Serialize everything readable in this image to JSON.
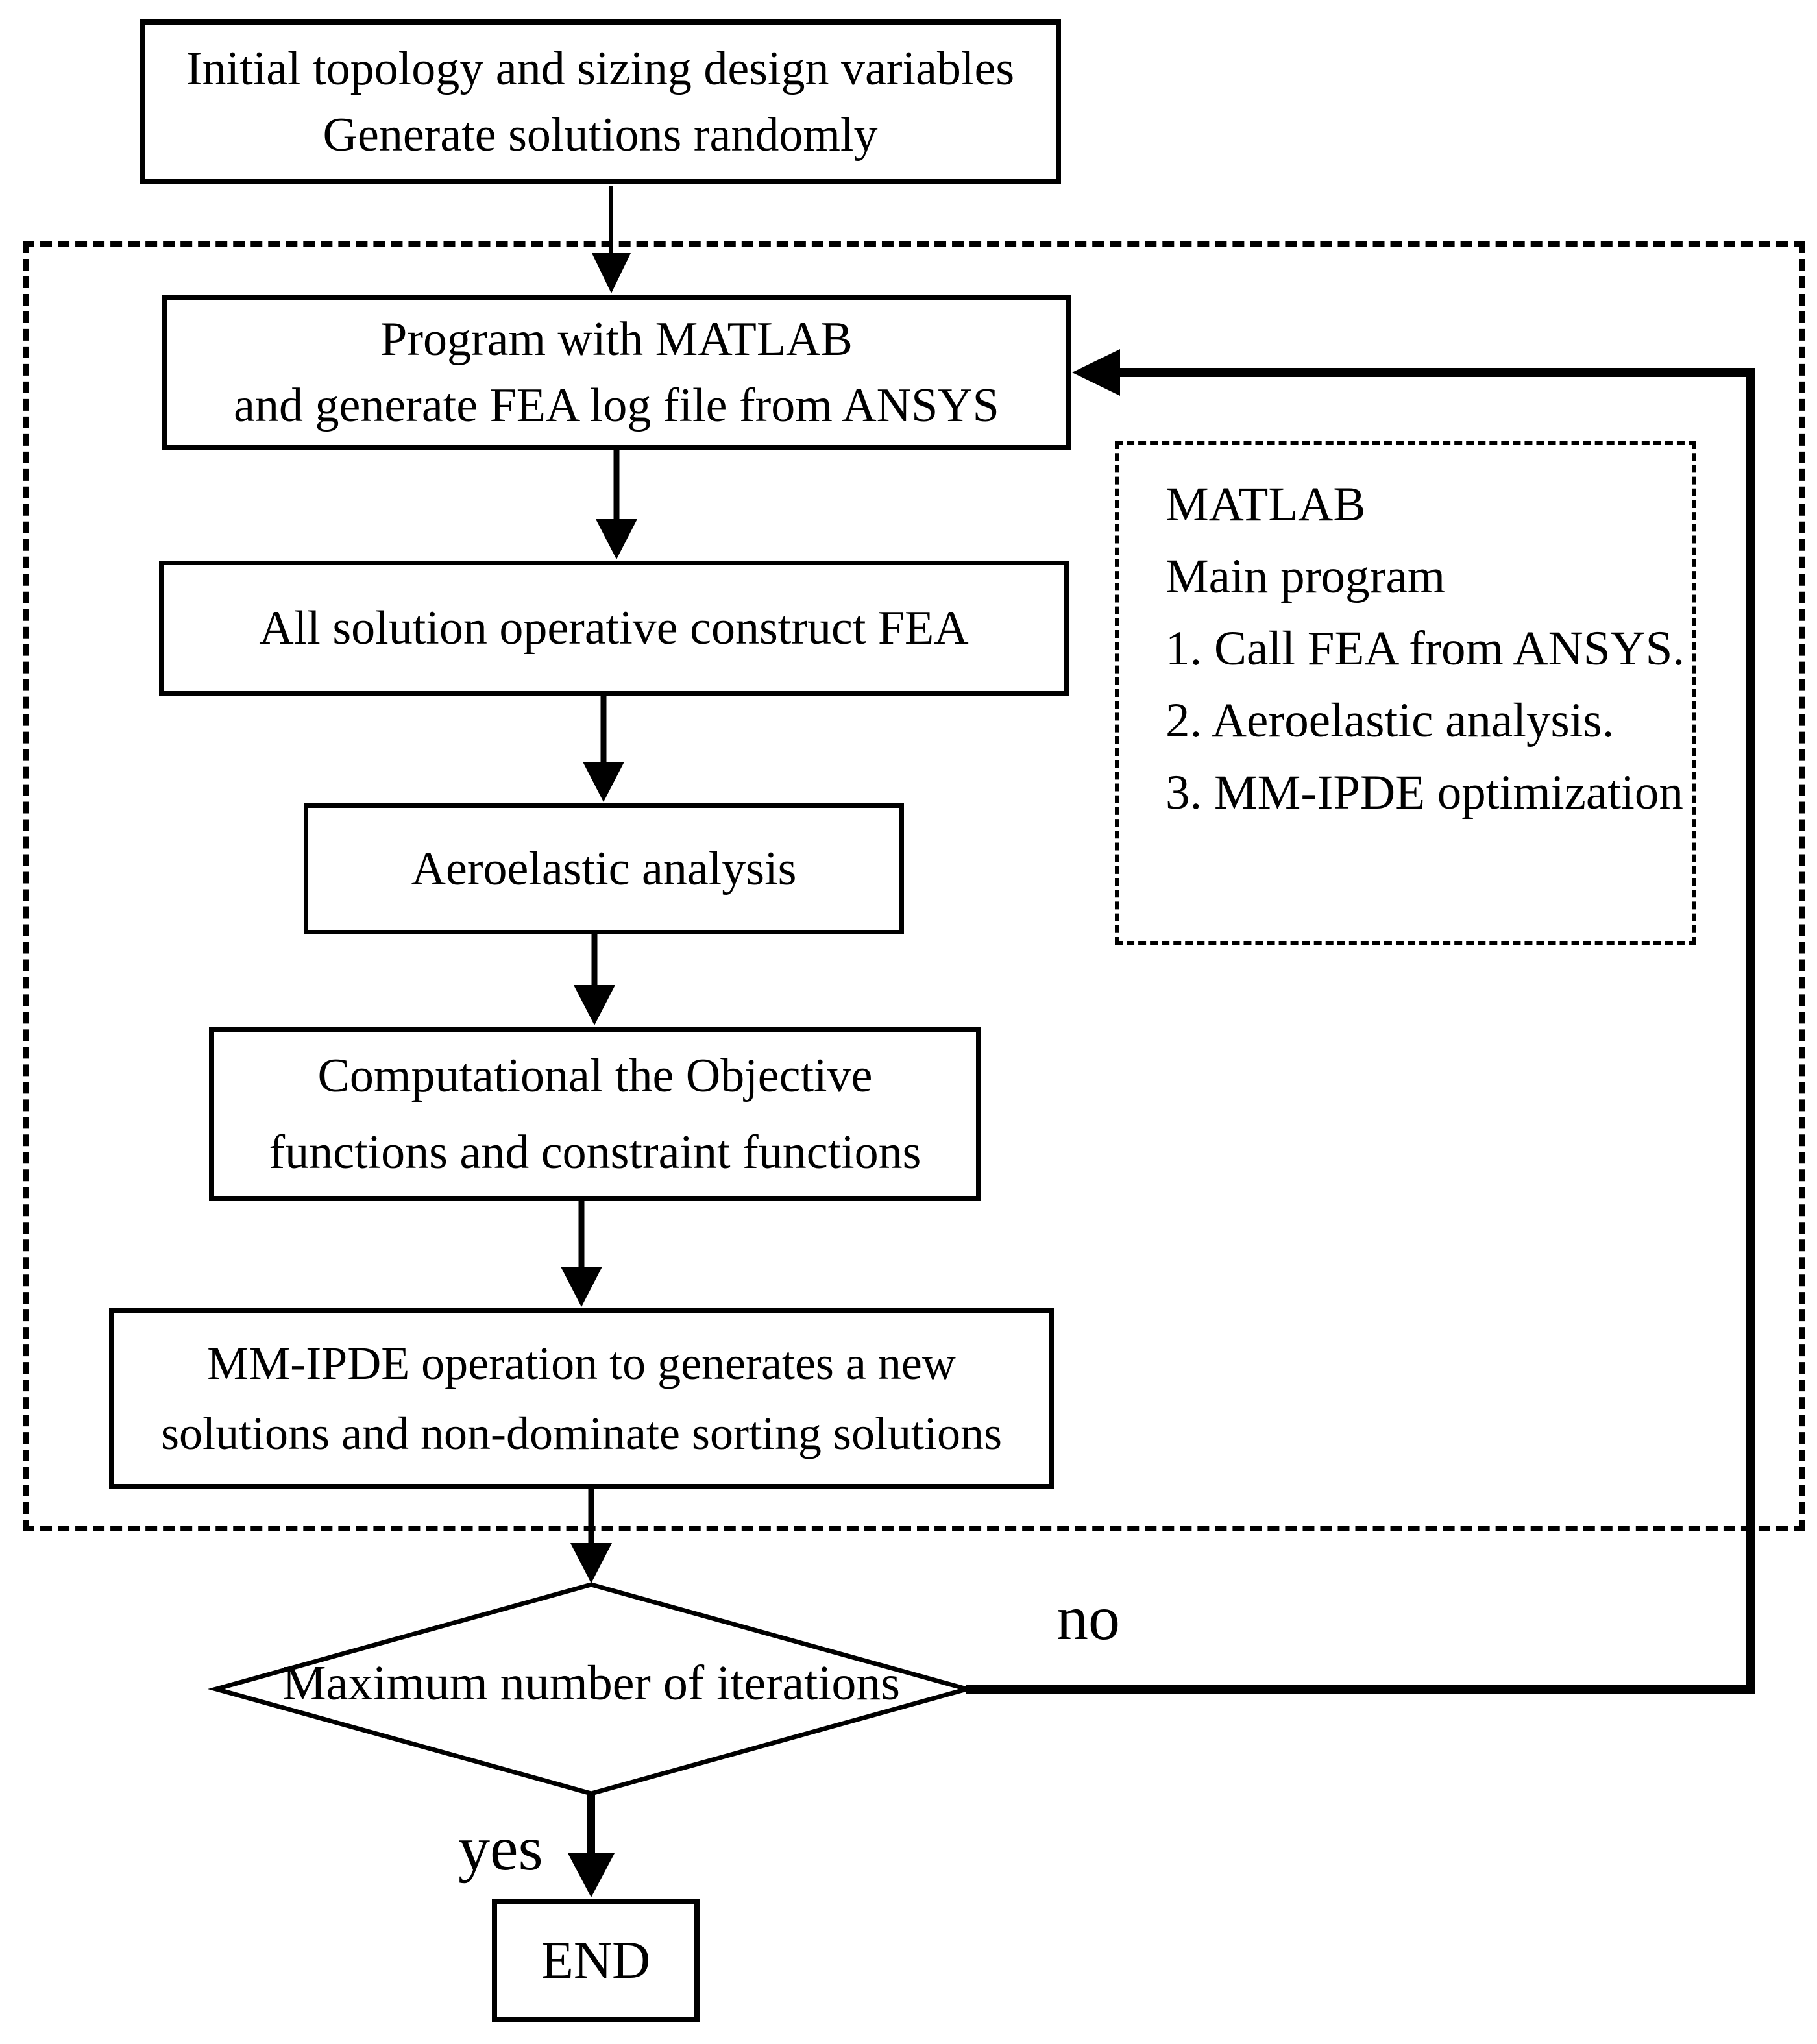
{
  "flowchart": {
    "colors": {
      "line": "#000000",
      "background": "#ffffff"
    },
    "start": {
      "line1": "Initial topology and sizing design variables",
      "line2": "Generate solutions randomly"
    },
    "program": {
      "line1": "Program with MATLAB",
      "line2": "and generate FEA log file from ANSYS"
    },
    "construct": {
      "label": "All solution operative construct FEA"
    },
    "aeroelastic": {
      "label": "Aeroelastic analysis"
    },
    "objective": {
      "line1": "Computational the Objective",
      "line2": "functions and constraint functions"
    },
    "mmipde": {
      "line1": "MM-IPDE operation to generates a new",
      "line2": "solutions and non-dominate sorting solutions"
    },
    "decision": {
      "label": "Maximum number of iterations"
    },
    "end": {
      "label": "END"
    },
    "edges": {
      "no": "no",
      "yes": "yes"
    },
    "matlab_note": {
      "title": "MATLAB",
      "subtitle": "Main program",
      "item1": "1. Call FEA from ANSYS.",
      "item2": "2. Aeroelastic analysis.",
      "item3": "3. MM-IPDE optimization"
    }
  }
}
